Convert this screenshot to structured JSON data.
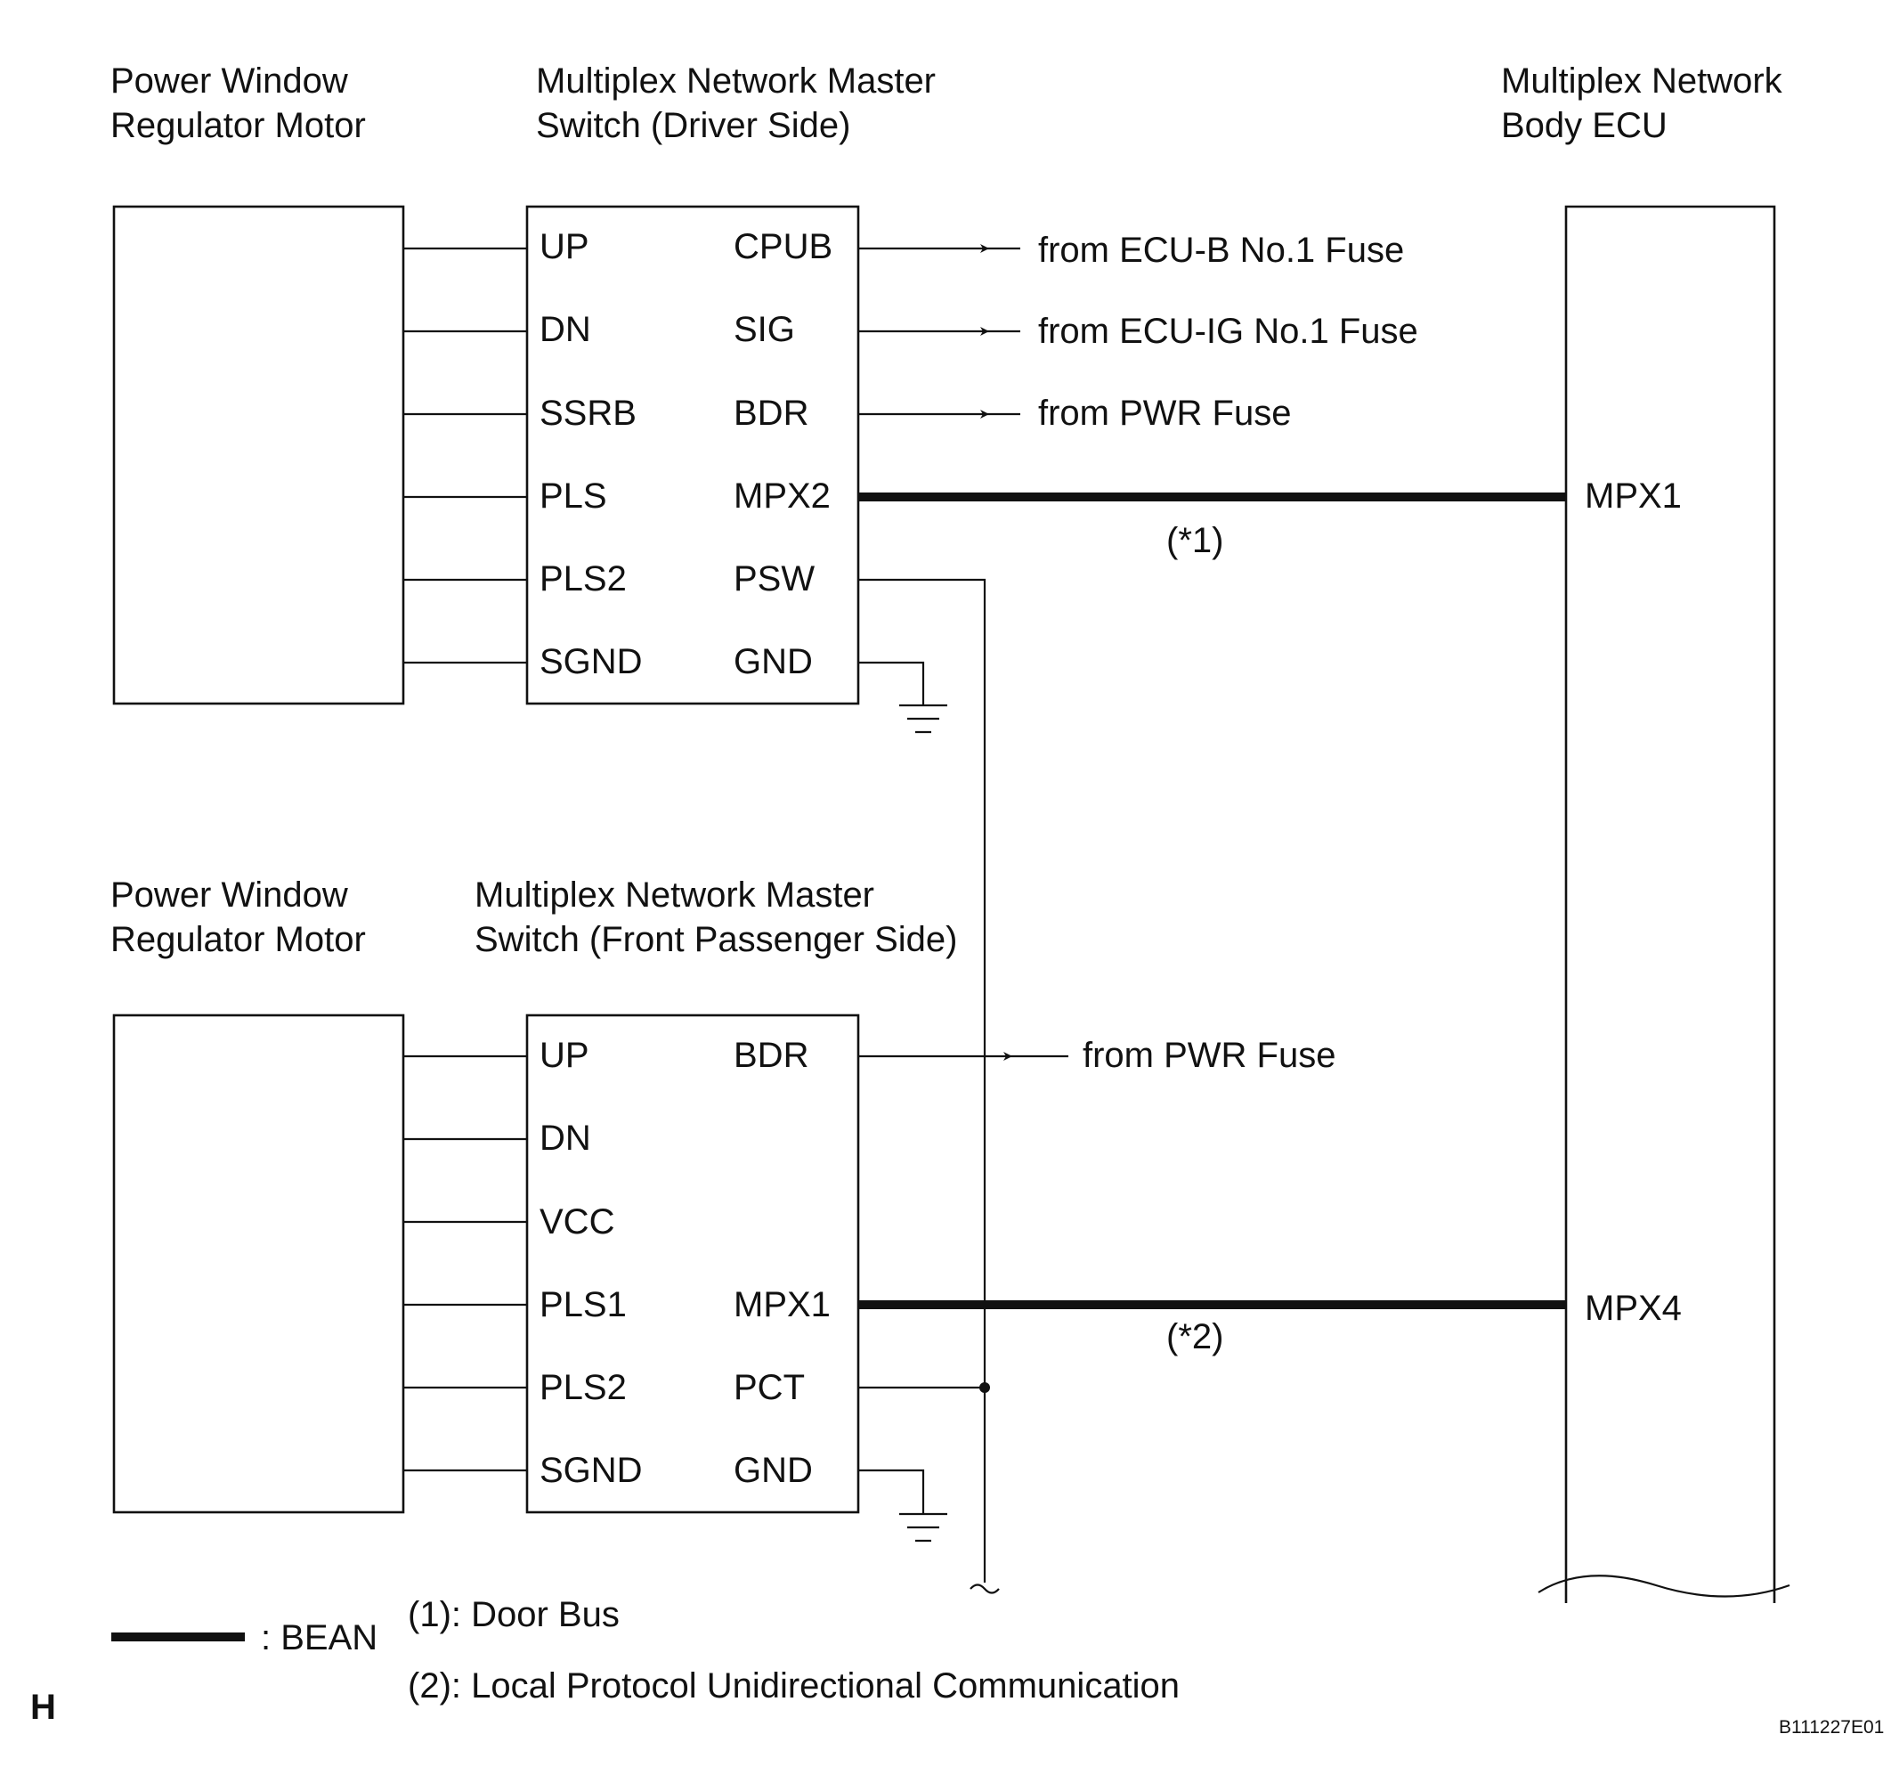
{
  "top": {
    "motor_title": [
      "Power Window",
      "Regulator Motor"
    ],
    "switch_title": [
      "Multiplex Network Master",
      "Switch (Driver Side)"
    ],
    "ecu_title": [
      "Multiplex Network",
      "Body ECU"
    ],
    "switch_left_pins": [
      "UP",
      "DN",
      "SSRB",
      "PLS",
      "PLS2",
      "SGND"
    ],
    "switch_right_pins": [
      "CPUB",
      "SIG",
      "BDR",
      "MPX2",
      "PSW",
      "GND"
    ],
    "sources": [
      "from ECU-B No.1 Fuse",
      "from ECU-IG No.1 Fuse",
      "from PWR Fuse"
    ],
    "ecu_pin": "MPX1",
    "bus_note": "(*1)"
  },
  "bottom": {
    "motor_title": [
      "Power Window",
      "Regulator Motor"
    ],
    "switch_title": [
      "Multiplex Network Master",
      "Switch (Front Passenger Side)"
    ],
    "switch_left_pins": [
      "UP",
      "DN",
      "VCC",
      "PLS1",
      "PLS2",
      "SGND"
    ],
    "switch_right_pins": [
      "BDR",
      "",
      "",
      "MPX1",
      "PCT",
      "GND"
    ],
    "source": "from PWR Fuse",
    "ecu_pin": "MPX4",
    "bus_note": "(*2)"
  },
  "legend": {
    "bean_label": ": BEAN",
    "note1": "(1): Door Bus",
    "note2": "(2): Local Protocol Unidirectional Communication"
  },
  "corner_letter": "H",
  "figure_code": "B111227E01"
}
